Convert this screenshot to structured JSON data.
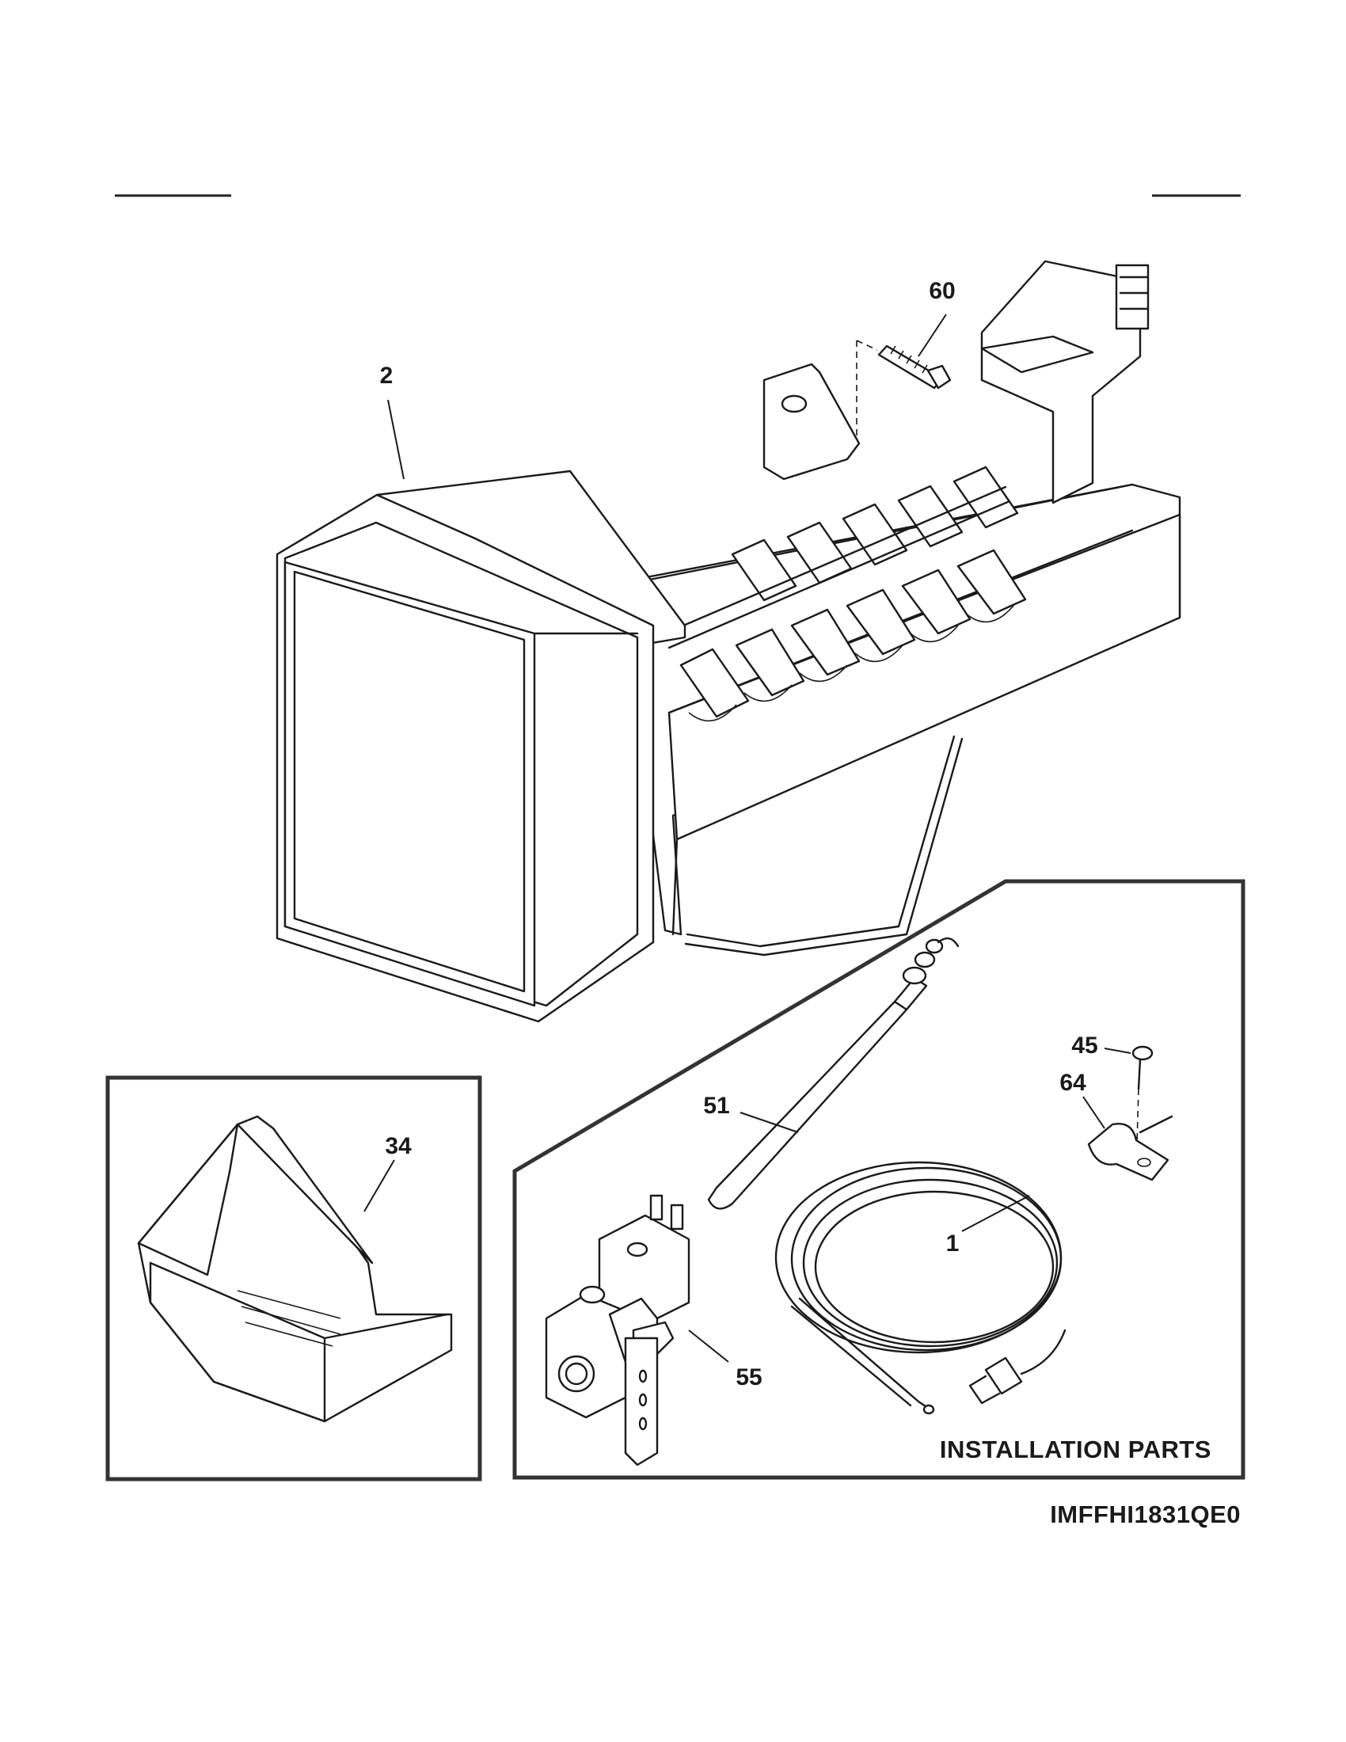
{
  "callouts": {
    "p1": "1",
    "p2": "2",
    "p34": "34",
    "p45": "45",
    "p51": "51",
    "p55": "55",
    "p60": "60",
    "p64": "64"
  },
  "section_caption": "INSTALLATION PARTS",
  "diagram_code": "IMFFHI1831QE0"
}
